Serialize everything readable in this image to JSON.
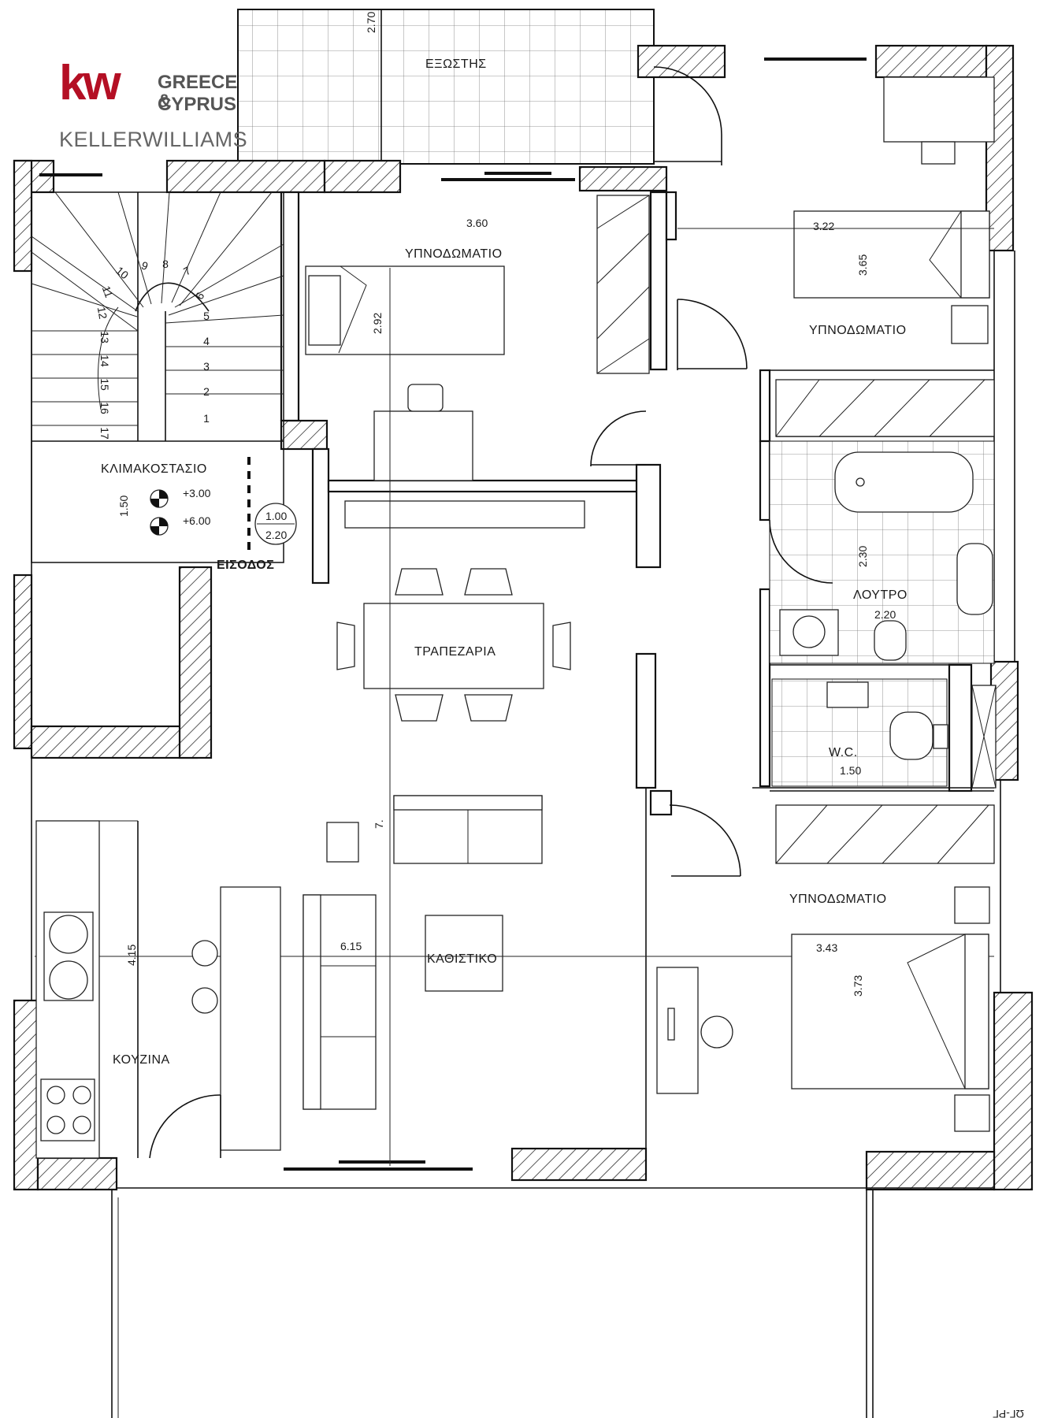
{
  "logo": {
    "mark": "kw",
    "region_line1": "GREECE &",
    "region_line2": "CYPRUS",
    "brand_part1": "KELLER",
    "brand_part2": "WILLIAMS",
    "mark_color": "#b40f24",
    "text_color": "#5a5a5a"
  },
  "rooms": {
    "balcony": "ΕΞΩΣΤΗΣ",
    "bedroom_1": "ΥΠΝΟΔΩΜΑΤΙΟ",
    "bedroom_2": "ΥΠΝΟΔΩΜΑΤΙΟ",
    "bedroom_3": "ΥΠΝΟΔΩΜΑΤΙΟ",
    "stairwell": "ΚΛΙΜΑΚΟΣΤΑΣΙΟ",
    "entrance": "ΕΙΣΟΔΟΣ",
    "dining": "ΤΡΑΠΕΖΑΡΙΑ",
    "bathroom": "ΛΟΥΤΡΟ",
    "wc": "W.C.",
    "living": "ΚΑΘΙΣΤΙΚΟ",
    "kitchen": "ΚΟΥΖΙΝΑ"
  },
  "dimensions": {
    "balcony_depth": "2.70",
    "bedroom_1_width": "3.60",
    "bedroom_1_depth": "2.92",
    "bedroom_2_width": "3.22",
    "bedroom_2_depth": "3.65",
    "stair_width": "1.50",
    "door_width": "1.00",
    "door_height": "2.20",
    "bath_depth": "2.30",
    "bath_width": "2.20",
    "wc_width": "1.50",
    "corridor": "7.",
    "living_width": "6.15",
    "kitchen_depth": "4.15",
    "bedroom_3_width": "3.43",
    "bedroom_3_depth": "3.73"
  },
  "levels": {
    "upper": "+3.00",
    "lower": "+6.00"
  },
  "stair_steps": [
    "1",
    "2",
    "3",
    "4",
    "5",
    "6",
    "7",
    "8",
    "9",
    "10",
    "11",
    "12",
    "13",
    "14",
    "15",
    "16",
    "17"
  ],
  "corner_mark": "ΩΓ-ΡΓ"
}
